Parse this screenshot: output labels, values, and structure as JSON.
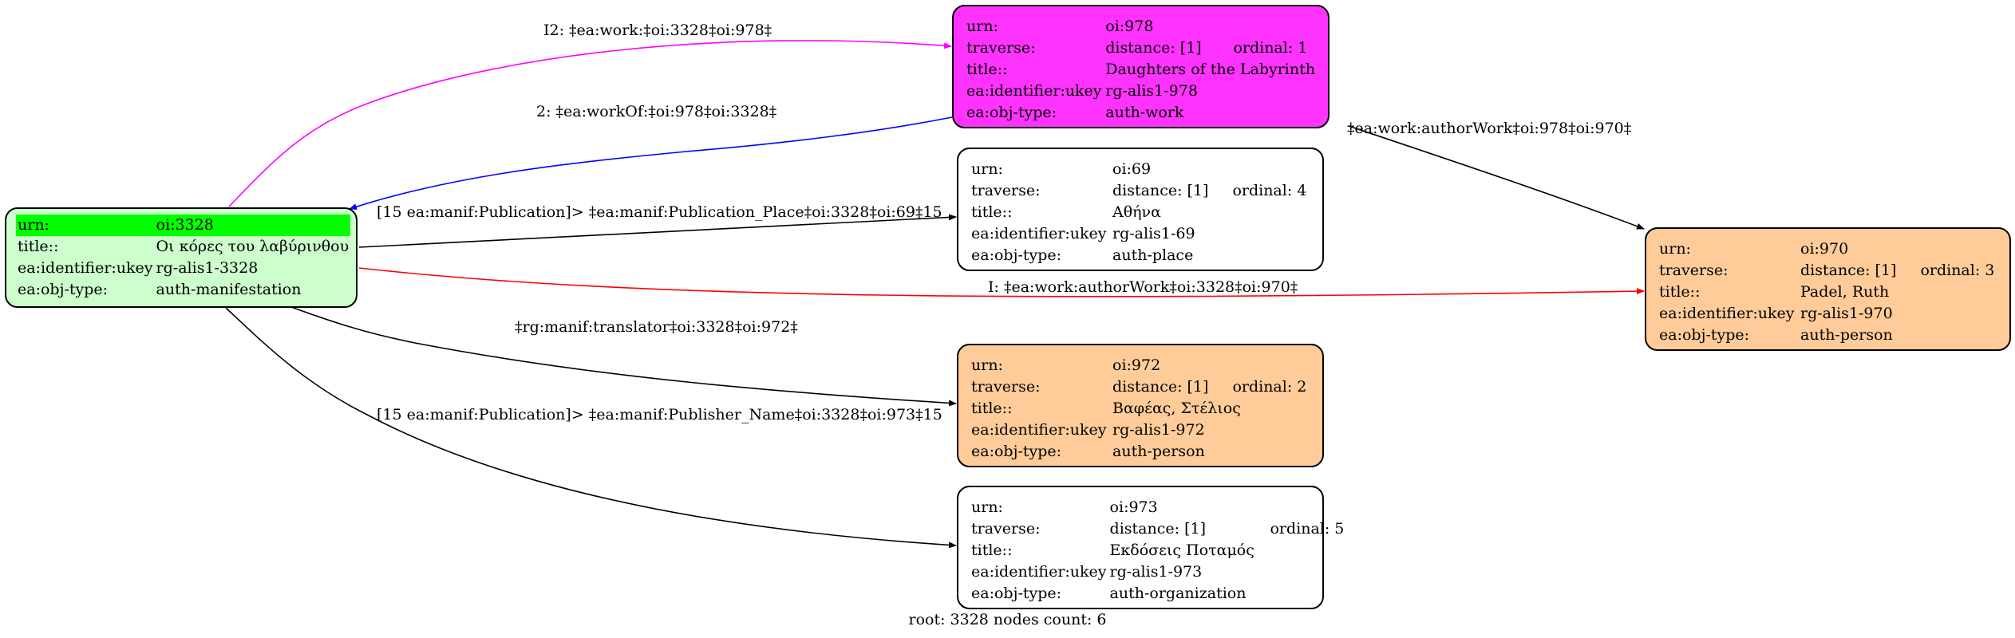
{
  "colors": {
    "root_fill": "#ccffcc",
    "highlight": "#00ff00",
    "work_fill": "#ff33ff",
    "person_fill": "#ffcc99",
    "default_fill": "#ffffff",
    "edge_magenta": "#ff00ff",
    "edge_blue": "#0000ff",
    "edge_red": "#ff0000",
    "edge_black": "#000000"
  },
  "nodes": {
    "n3328": {
      "rows": [
        {
          "k": "urn:",
          "v": "oi:3328"
        },
        {
          "k": "title::",
          "v": "Οι κόρες του λαβύρινθου"
        },
        {
          "k": "ea:identifier:ukey",
          "v": "rg-alis1-3328"
        },
        {
          "k": "ea:obj-type:",
          "v": "auth-manifestation"
        }
      ]
    },
    "n978": {
      "rows": [
        {
          "k": "urn:",
          "v": "oi:978"
        },
        {
          "k": "traverse:",
          "v": "distance: [1]",
          "extra": "ordinal: 1"
        },
        {
          "k": "title::",
          "v": "Daughters of the  Labyrinth"
        },
        {
          "k": "ea:identifier:ukey",
          "v": "rg-alis1-978"
        },
        {
          "k": "ea:obj-type:",
          "v": "auth-work"
        }
      ]
    },
    "n69": {
      "rows": [
        {
          "k": "urn:",
          "v": "oi:69"
        },
        {
          "k": "traverse:",
          "v": "distance: [1]",
          "extra": "ordinal: 4"
        },
        {
          "k": "title::",
          "v": "Αθήνα"
        },
        {
          "k": "ea:identifier:ukey",
          "v": "rg-alis1-69"
        },
        {
          "k": "ea:obj-type:",
          "v": "auth-place"
        }
      ]
    },
    "n972": {
      "rows": [
        {
          "k": "urn:",
          "v": "oi:972"
        },
        {
          "k": "traverse:",
          "v": "distance: [1]",
          "extra": "ordinal: 2"
        },
        {
          "k": "title::",
          "v": "Βαφέας, Στέλιος"
        },
        {
          "k": "ea:identifier:ukey",
          "v": "rg-alis1-972"
        },
        {
          "k": "ea:obj-type:",
          "v": "auth-person"
        }
      ]
    },
    "n973": {
      "rows": [
        {
          "k": "urn:",
          "v": "oi:973"
        },
        {
          "k": "traverse:",
          "v": "distance: [1]",
          "extra": "ordinal: 5"
        },
        {
          "k": "title::",
          "v": "Εκδόσεις Ποταμός"
        },
        {
          "k": "ea:identifier:ukey",
          "v": "rg-alis1-973"
        },
        {
          "k": "ea:obj-type:",
          "v": "auth-organization"
        }
      ]
    },
    "n970": {
      "rows": [
        {
          "k": "urn:",
          "v": "oi:970"
        },
        {
          "k": "traverse:",
          "v": "distance: [1]",
          "extra": "ordinal: 3"
        },
        {
          "k": "title::",
          "v": "Padel, Ruth"
        },
        {
          "k": "ea:identifier:ukey",
          "v": "rg-alis1-970"
        },
        {
          "k": "ea:obj-type:",
          "v": "auth-person"
        }
      ]
    }
  },
  "edges": {
    "e1": {
      "label": "I2: ‡ea:work:‡oi:3328‡oi:978‡"
    },
    "e2": {
      "label": "2: ‡ea:workOf:‡oi:978‡oi:3328‡"
    },
    "e3": {
      "label": "[15 ea:manif:Publication]> ‡ea:manif:Publication_Place‡oi:3328‡oi:69‡15"
    },
    "e4": {
      "label": "I: ‡ea:work:authorWork‡oi:3328‡oi:970‡"
    },
    "e5": {
      "label": "‡rg:manif:translator‡oi:3328‡oi:972‡"
    },
    "e6": {
      "label": "[15 ea:manif:Publication]> ‡ea:manif:Publisher_Name‡oi:3328‡oi:973‡15"
    },
    "e7": {
      "label": "‡ea:work:authorWork‡oi:978‡oi:970‡"
    }
  },
  "footer": "root: 3328 nodes count: 6"
}
